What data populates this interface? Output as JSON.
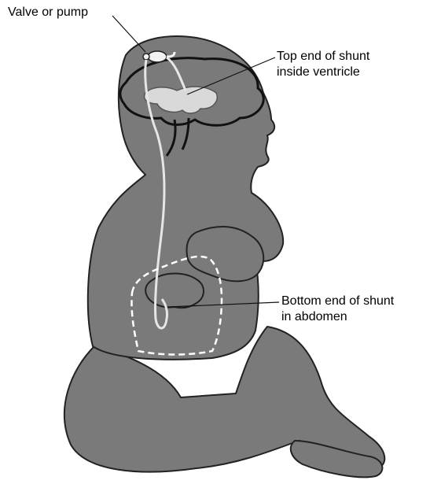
{
  "labels": {
    "valve": "Valve or pump",
    "top_line1": "Top end of shunt",
    "top_line2": "inside ventricle",
    "bottom_line1": "Bottom end of shunt",
    "bottom_line2": "in abdomen"
  },
  "colors": {
    "body_fill": "#7a7a7a",
    "outline": "#222222",
    "brain_outline": "#111111",
    "shunt_tube": "#e6e6e6",
    "ventricle": "#d9d9d9",
    "abdomen_outline": "#ffffff"
  }
}
